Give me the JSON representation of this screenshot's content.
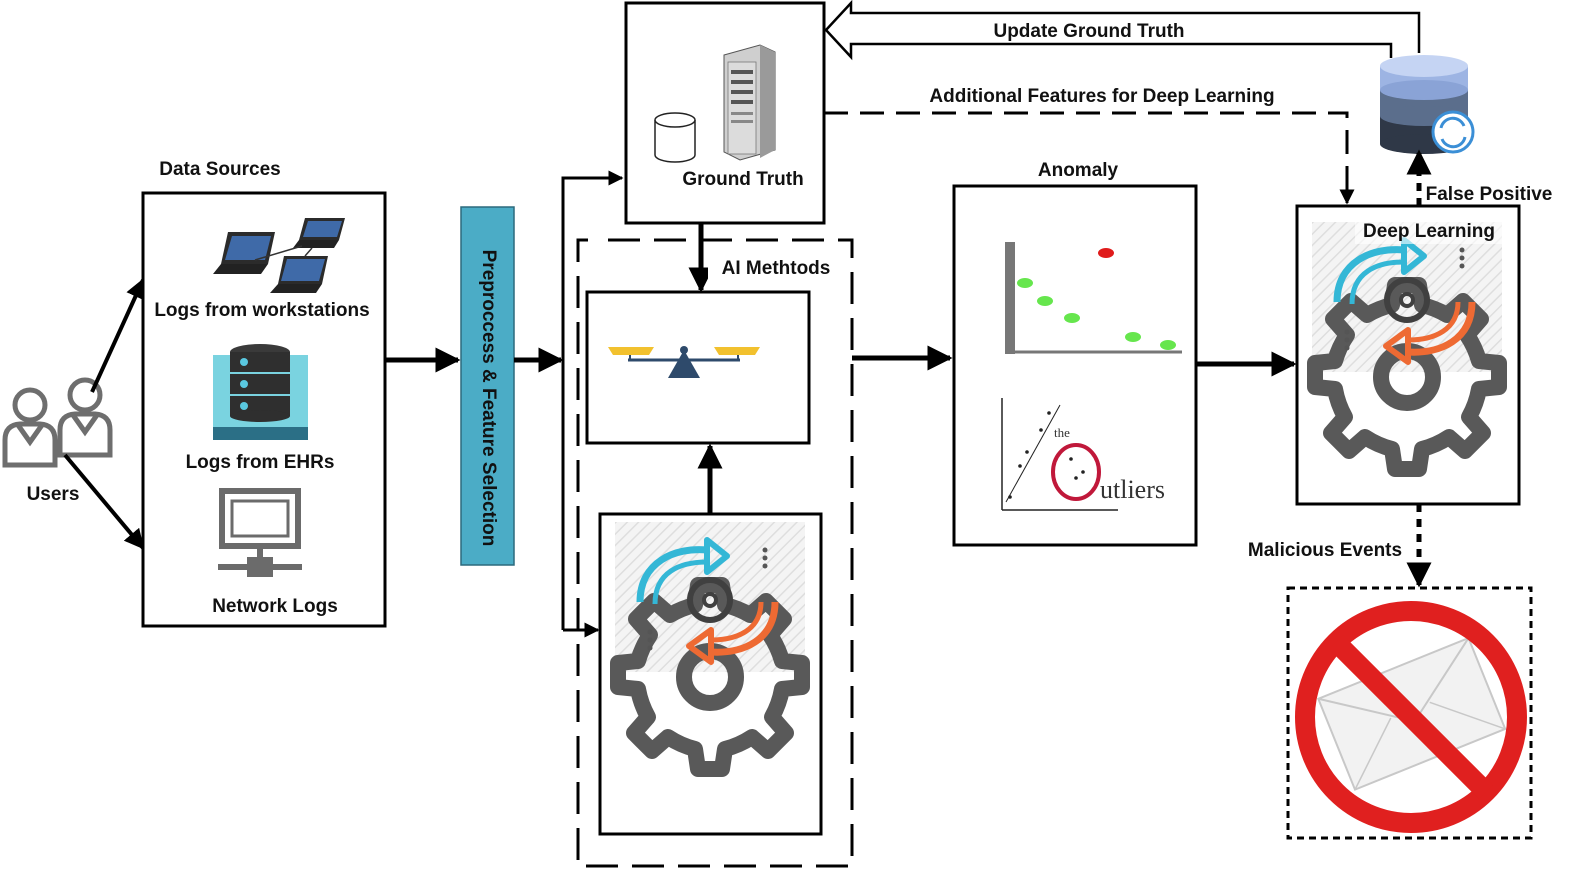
{
  "labels": {
    "users": "Users",
    "data_sources": "Data Sources",
    "logs_workstations": "Logs from workstations",
    "logs_ehrs": "Logs from EHRs",
    "network_logs": "Network Logs",
    "preprocessing": "Preproccess & Feature Selection",
    "ground_truth": "Ground Truth",
    "ai_methods": "AI Methtods",
    "anomaly": "Anomaly",
    "deep_learning": "Deep Learning",
    "update_ground_truth": "Update Ground Truth",
    "additional_features": "Additional Features for Deep Learning",
    "false_positive": "False Positive",
    "malicious_events": "Malicious Events",
    "outliers_the": "the",
    "outliers_word": "utliers"
  },
  "colors": {
    "preprocess_fill": "#4bacc6",
    "gear": "#595959",
    "arrow_cyan": "#34b7d6",
    "arrow_orange": "#ee6a33",
    "scale_yellow": "#f2c12e",
    "scale_navy": "#2e4a6b",
    "point_green": "#66e64d",
    "point_red": "#e01b1b",
    "no_sign_red": "#e0201f",
    "ehr_teal": "#7ad3e0",
    "db_top": "#9db4e3",
    "db_mid": "#5b6e8c",
    "db_bottom": "#2f3847"
  },
  "icons": {
    "users": "users-icon",
    "laptops": "laptop-network-icon",
    "ehr": "server-stack-icon",
    "network": "network-computer-icon",
    "ground_truth": "server-database-icon",
    "ai_scale": "balance-scale-icon",
    "gear_process": "gear-sync-icon",
    "anomaly_scatter": "scatter-plot-icon",
    "outliers": "outliers-logo",
    "db_sync": "database-sync-icon",
    "blocked_mail": "blocked-mail-icon"
  }
}
